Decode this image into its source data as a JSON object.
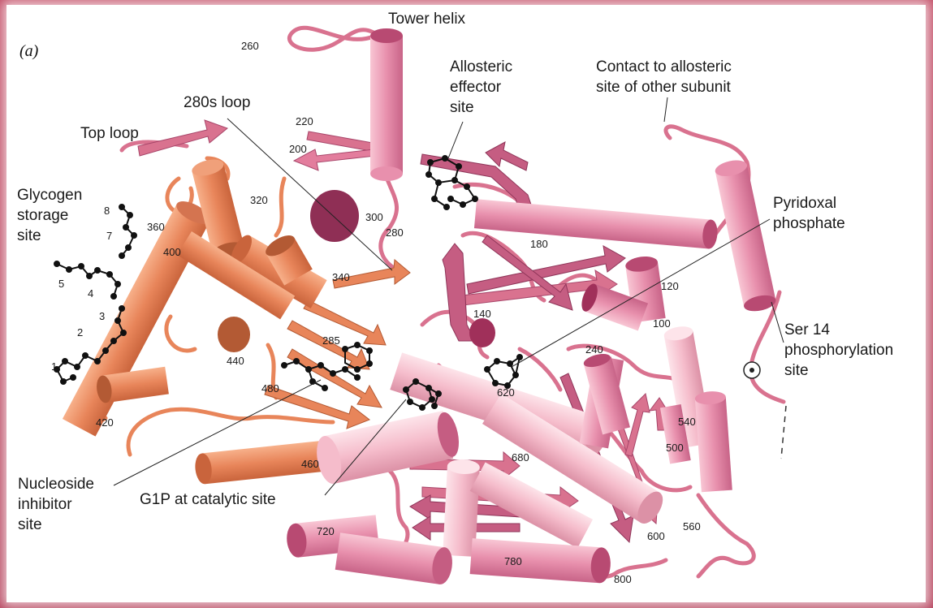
{
  "panel_letter": "(a)",
  "labels": {
    "tower_helix": "Tower helix",
    "allosteric_effector": "Allosteric\neffector\nsite",
    "contact_allosteric": "Contact to allosteric\nsite of other subunit",
    "loop_280s": "280s loop",
    "top_loop": "Top loop",
    "glycogen_storage": "Glycogen\nstorage\nsite",
    "pyridoxal_phosphate": "Pyridoxal\nphosphate",
    "ser14": "Ser 14\nphosphorylation\nsite",
    "nucleoside_inhibitor": "Nucleoside\ninhibitor\nsite",
    "g1p": "G1P at catalytic site"
  },
  "residue_numbers": {
    "r260": "260",
    "r220": "220",
    "r200": "200",
    "r320": "320",
    "r360": "360",
    "r300": "300",
    "r280": "280",
    "r180": "180",
    "r400": "400",
    "r340": "340",
    "r120": "120",
    "r100": "100",
    "r140": "140",
    "r285": "285",
    "r440": "440",
    "r240": "240",
    "r480": "480",
    "r620": "620",
    "r420": "420",
    "r540": "540",
    "r500": "500",
    "r680": "680",
    "r460": "460",
    "r600": "600",
    "r560": "560",
    "r720": "720",
    "r780": "780",
    "r800": "800"
  },
  "glycogen_site_numbers": [
    "8",
    "7",
    "5",
    "4",
    "3",
    "2",
    "1"
  ],
  "colors": {
    "frame": "#b8405a",
    "orange_domain": "#e8855a",
    "pink_domain": "#e88aa8",
    "light_pink": "#f4bccb",
    "dark_magenta": "#a0305a",
    "ligand": "#111111"
  }
}
